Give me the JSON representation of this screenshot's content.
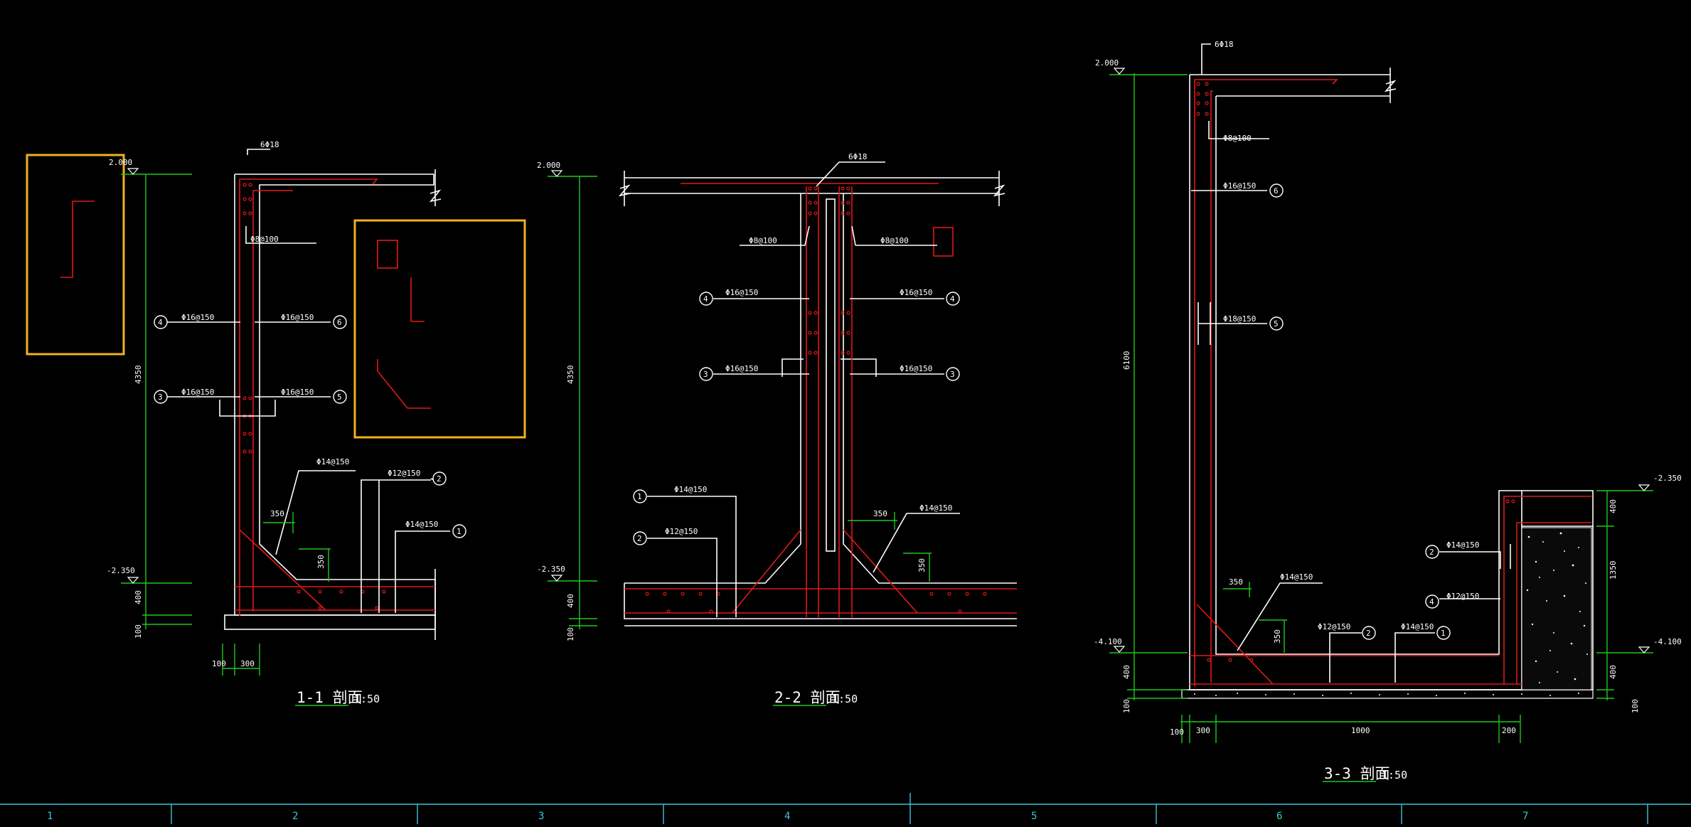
{
  "sections": [
    {
      "title": "1-1  剖面",
      "scale": "1:50",
      "elevations": [
        "2.000",
        "-2.350"
      ],
      "dims": [
        "4350",
        "400",
        "100",
        "100",
        "300",
        "350",
        "350"
      ],
      "rebar": [
        "6Φ18",
        "Φ8@100",
        "Φ16@150",
        "Φ16@150",
        "Φ16@150",
        "Φ16@150",
        "Φ14@150",
        "Φ12@150",
        "Φ14@150"
      ],
      "bubbles": [
        "4",
        "6",
        "3",
        "5",
        "2",
        "1"
      ]
    },
    {
      "title": "2-2  剖面",
      "scale": "1:50",
      "elevations": [
        "2.000",
        "-2.350"
      ],
      "dims": [
        "4350",
        "400",
        "100",
        "350",
        "350"
      ],
      "rebar": [
        "6Φ18",
        "Φ8@100",
        "Φ8@100",
        "Φ16@150",
        "Φ16@150",
        "Φ16@150",
        "Φ16@150",
        "Φ14@150",
        "Φ12@150",
        "Φ14@150"
      ],
      "bubbles": [
        "4",
        "4",
        "3",
        "3",
        "1",
        "2"
      ]
    },
    {
      "title": "3-3  剖面",
      "scale": "1:50",
      "elevations": [
        "2.000",
        "-4.100",
        "-2.350",
        "-4.100"
      ],
      "dims": [
        "6100",
        "400",
        "100",
        "100",
        "300",
        "1000",
        "200",
        "400",
        "1350",
        "400",
        "100",
        "350",
        "350"
      ],
      "rebar": [
        "6Φ18",
        "Φ8@100",
        "Φ16@150",
        "Φ18@150",
        "Φ14@150",
        "Φ12@150",
        "Φ14@150",
        "Φ14@150",
        "Φ12@150"
      ],
      "bubbles": [
        "6",
        "5",
        "2",
        "1",
        "2",
        "4"
      ]
    }
  ],
  "grid_axes": [
    "1",
    "2",
    "3",
    "4",
    "5",
    "6",
    "7"
  ],
  "colors": {
    "background": "#000000",
    "outline": "#ffffff",
    "rebar": "#e01818",
    "dimension": "#1ec81e",
    "highlight": "#f2b21a",
    "grid": "#3fc6d6"
  }
}
